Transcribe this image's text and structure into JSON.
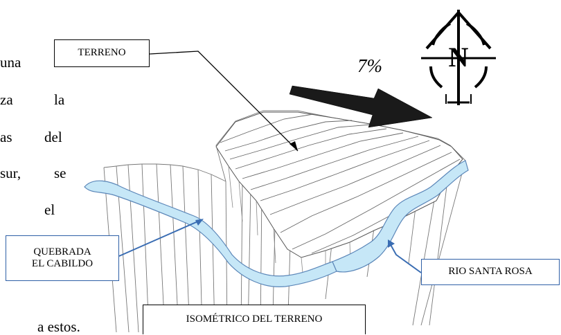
{
  "body_text_fragments": [
    "una",
    "za",
    "la",
    "as",
    "del",
    "sur,",
    "se",
    "el",
    "a estos."
  ],
  "labels": {
    "terreno": "TERRENO",
    "quebrada": "QUEBRADA\nEL CABILDO",
    "rio": "RIO SANTA ROSA",
    "isometrico": "ISOMÉTRICO DEL TERRENO"
  },
  "slope": "7%",
  "compass_letter": "N",
  "colors": {
    "water_fill": "#c6e7f7",
    "water_stroke": "#5b86b8",
    "leader_blue": "#3a6db3",
    "arrow_dark": "#1a1a1a"
  }
}
